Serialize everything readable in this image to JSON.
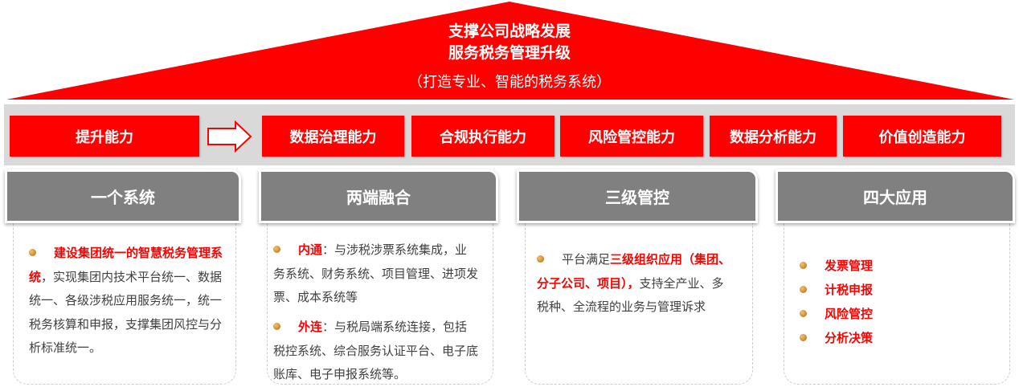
{
  "roof": {
    "line1": "支撑公司战略发展",
    "line2": "服务税务管理升级",
    "line3": "（打造专业、智能的税务系统）"
  },
  "capability": {
    "lead": "提升能力",
    "items": [
      "数据治理能力",
      "合规执行能力",
      "风险管控能力",
      "数据分析能力",
      "价值创造能力"
    ]
  },
  "cards": [
    {
      "title": "一个系统",
      "p": [
        {
          "red": "建设集团统一的智慧税务管理系统",
          "text": "，实现集团内技术平台统一、数据统一、各级涉税应用服务统一，统一税务核算和申报，支撑集团风控与分析标准统一。"
        }
      ]
    },
    {
      "title": "两端融合",
      "p": [
        {
          "red": "内通",
          "text": "：与涉税涉票系统集成，业务系统、财务系统、项目管理、进项发票、成本系统等"
        },
        {
          "red": "外连",
          "text": "：与税局端系统连接，包括税控系统、综合服务认证平台、电子底账库、电子申报系统等。"
        }
      ]
    },
    {
      "title": "三级管控",
      "p": [
        {
          "pre": "平台满足",
          "red": "三级组织应用（集团、分子公司、项目），",
          "text": "支持全产业、多税种、全流程的业务与管理诉求"
        }
      ]
    },
    {
      "title": "四大应用",
      "items": [
        "发票管理",
        "计税申报",
        "风险管控",
        "分析决策"
      ]
    }
  ],
  "colors": {
    "red": "#ff0000",
    "gray": "#808080",
    "band": "#d9d9d9"
  }
}
